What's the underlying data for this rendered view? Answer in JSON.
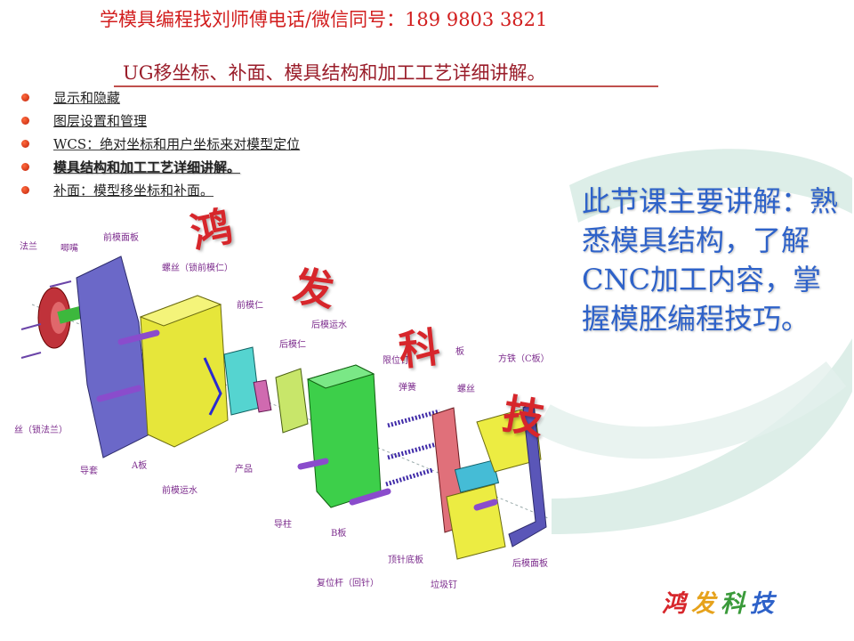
{
  "header": {
    "contact": "学模具编程找刘师傅电话/微信同号：189 9803 3821",
    "title": "UG移坐标、补面、模具结构和加工工艺详细讲解。"
  },
  "topics": [
    {
      "label": "显示和隐藏",
      "bold": false
    },
    {
      "label": "图层设置和管理",
      "bold": false
    },
    {
      "label": "WCS：绝对坐标和用户坐标来对模型定位",
      "bold": false
    },
    {
      "label": "模具结构和加工工艺详细讲解。",
      "bold": true
    },
    {
      "label": "补面：模型移坐标和补面。",
      "bold": false
    }
  ],
  "summary": {
    "text": "此节课主要讲解：熟悉模具结构，了解CNC加工内容，掌握模胚编程技巧。"
  },
  "diagram_labels": {
    "flange": "法兰",
    "nozzle": "唧嘴",
    "front_plate": "前模面板",
    "screw_front_insert": "螺丝（锁前模仁）",
    "front_insert": "前模仁",
    "rear_water": "后模运水",
    "rear_insert": "后模仁",
    "stop_pin": "限位钉",
    "plate": "板",
    "spacer": "方铁（C板）",
    "spring": "弹簧",
    "screw": "螺丝",
    "flange_screw": "丝（锁法兰）",
    "bushing": "导套",
    "a_plate": "A板",
    "product": "产品",
    "front_water": "前模运水",
    "guide_pin": "导柱",
    "b_plate": "B板",
    "ejector_base": "顶针底板",
    "rear_plate": "后模面板",
    "return_pin": "复位杆（回针）",
    "pull_pin": "垃圾钉"
  },
  "stamps": [
    "鸿",
    "发",
    "科",
    "技"
  ],
  "logo": "鸿发科技",
  "colors": {
    "contact": "#d21e1e",
    "title": "#9a1d2a",
    "summary": "#2e62c9",
    "stamp": "#d7262b",
    "arc": "#cfe3dd"
  }
}
